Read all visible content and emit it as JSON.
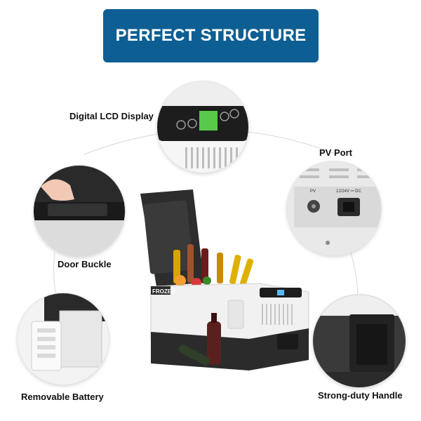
{
  "banner": {
    "title": "PERFECT STRUCTURE"
  },
  "features": {
    "lcd": {
      "label": "Digital LCD Display"
    },
    "pv": {
      "label": "PV Port",
      "port_label": "PV",
      "dc_label": "12/24V ⎓ DC"
    },
    "buckle": {
      "label": "Door Buckle"
    },
    "battery": {
      "label": "Removable Battery"
    },
    "handle": {
      "label": "Strong-duty Handle"
    }
  },
  "product": {
    "brand_mark": "FROZEN"
  },
  "colors": {
    "banner": "#0d5f93",
    "body_dark": "#2b2b2b",
    "body_light": "#f1f1f1",
    "lcd_green": "#59c94b"
  }
}
